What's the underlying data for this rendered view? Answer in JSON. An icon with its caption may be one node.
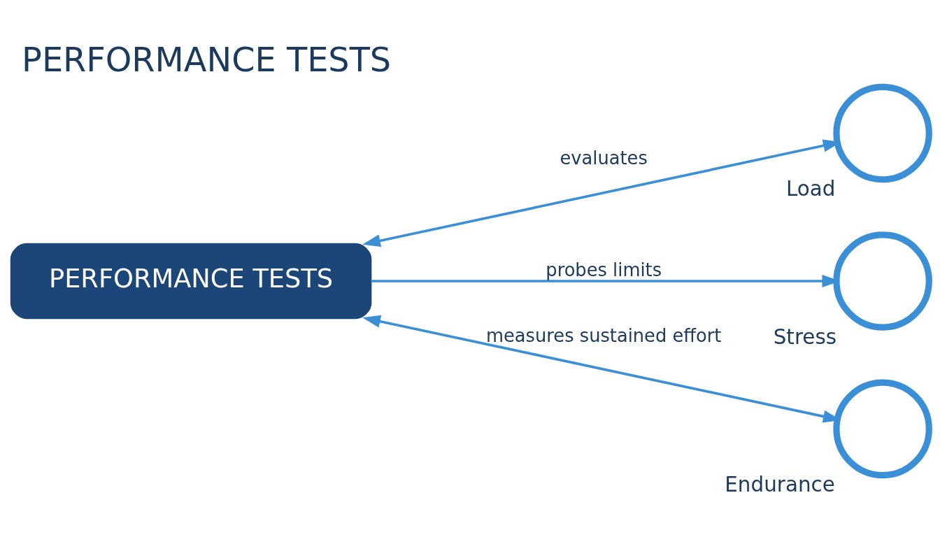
{
  "diagram": {
    "title": "PERFORMANCE TESTS",
    "nodes": [
      {
        "text": [
          "PERFORMANCE TESTS"
        ]
      },
      {
        "text": [],
        "shape": "circle",
        "beside": [
          "Load"
        ]
      },
      {
        "text": [],
        "shape": "circle",
        "beside": [
          "Stress"
        ]
      },
      {
        "text": [],
        "shape": "circle",
        "beside": [
          "Endurance"
        ]
      }
    ],
    "edges": [
      {
        "from": 0,
        "to": 1,
        "arrow": "both",
        "label": "evaluates"
      },
      {
        "from": 0,
        "to": 2,
        "arrow": "to",
        "label": "probes limits"
      },
      {
        "from": 0,
        "to": 3,
        "arrow": "both",
        "label": "measures sustained effort"
      }
    ]
  }
}
